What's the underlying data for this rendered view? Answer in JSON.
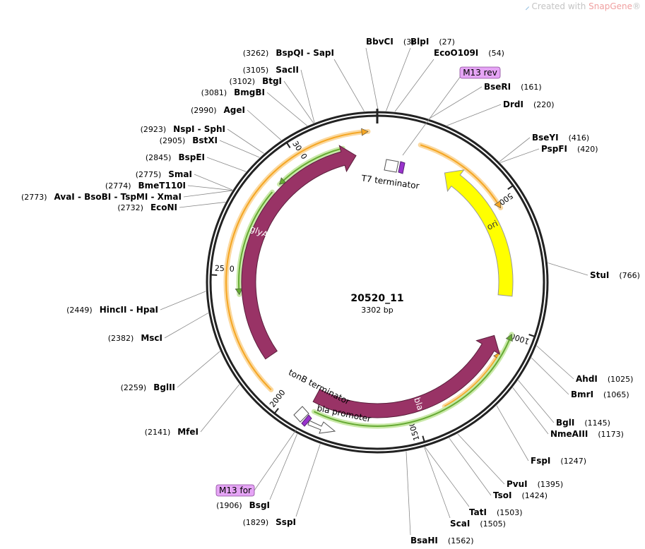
{
  "watermark": {
    "prefix": "Created with ",
    "brand": "SnapGene",
    "suffix": "®"
  },
  "plasmid": {
    "name": "20520_11",
    "length_label": "3302 bp",
    "length": 3302
  },
  "ruler_ticks": [
    {
      "pos": 500,
      "label": "500"
    },
    {
      "pos": 1000,
      "label": "1000"
    },
    {
      "pos": 1500,
      "label": "1500"
    },
    {
      "pos": 2000,
      "label": "2000"
    },
    {
      "pos": 2500,
      "label": "2500"
    },
    {
      "pos": 3000,
      "label": "3000"
    }
  ],
  "restriction_sites": [
    {
      "pos": 3,
      "label_parts": [
        {
          "name": "BbvCI"
        }
      ],
      "pos_text": "(3)"
    },
    {
      "pos": 27,
      "label_parts": [
        {
          "name": "BlpI"
        }
      ],
      "pos_text": "(27)"
    },
    {
      "pos": 54,
      "label_parts": [
        {
          "name": "EcoO109I"
        }
      ],
      "pos_text": "(54)"
    },
    {
      "pos": 161,
      "label_parts": [
        {
          "name": "BseRI"
        }
      ],
      "pos_text": "(161)"
    },
    {
      "pos": 220,
      "label_parts": [
        {
          "name": "DrdI"
        }
      ],
      "pos_text": "(220)"
    },
    {
      "pos": 416,
      "label_parts": [
        {
          "name": "BseYI"
        }
      ],
      "pos_text": "(416)"
    },
    {
      "pos": 420,
      "label_parts": [
        {
          "name": "PspFI"
        }
      ],
      "pos_text": "(420)"
    },
    {
      "pos": 766,
      "label_parts": [
        {
          "name": "StuI"
        }
      ],
      "pos_text": "(766)"
    },
    {
      "pos": 1025,
      "label_parts": [
        {
          "name": "AhdI"
        }
      ],
      "pos_text": "(1025)"
    },
    {
      "pos": 1065,
      "label_parts": [
        {
          "name": "BmrI"
        }
      ],
      "pos_text": "(1065)"
    },
    {
      "pos": 1145,
      "label_parts": [
        {
          "name": "BglI"
        }
      ],
      "pos_text": "(1145)"
    },
    {
      "pos": 1173,
      "label_parts": [
        {
          "name": "NmeAIII"
        }
      ],
      "pos_text": "(1173)"
    },
    {
      "pos": 1247,
      "label_parts": [
        {
          "name": "FspI"
        }
      ],
      "pos_text": "(1247)"
    },
    {
      "pos": 1395,
      "label_parts": [
        {
          "name": "PvuI"
        }
      ],
      "pos_text": "(1395)"
    },
    {
      "pos": 1424,
      "label_parts": [
        {
          "name": "TsoI"
        }
      ],
      "pos_text": "(1424)"
    },
    {
      "pos": 1503,
      "label_parts": [
        {
          "name": "TatI"
        }
      ],
      "pos_text": "(1503)"
    },
    {
      "pos": 1505,
      "label_parts": [
        {
          "name": "ScaI"
        }
      ],
      "pos_text": "(1505)"
    },
    {
      "pos": 1562,
      "label_parts": [
        {
          "name": "BsaHI"
        }
      ],
      "pos_text": "(1562)"
    },
    {
      "pos": 1829,
      "label_parts": [
        {
          "name": "SspI"
        }
      ],
      "pos_text": "(1829)"
    },
    {
      "pos": 1906,
      "label_parts": [
        {
          "name": "BsgI"
        }
      ],
      "pos_text": "(1906)"
    },
    {
      "pos": 2141,
      "label_parts": [
        {
          "name": "MfeI"
        }
      ],
      "pos_text": "(2141)"
    },
    {
      "pos": 2259,
      "label_parts": [
        {
          "name": "BglII"
        }
      ],
      "pos_text": "(2259)"
    },
    {
      "pos": 2382,
      "label_parts": [
        {
          "name": "MscI"
        }
      ],
      "pos_text": "(2382)"
    },
    {
      "pos": 2449,
      "label_parts": [
        {
          "name": "HincII"
        },
        {
          "name": "HpaI"
        }
      ],
      "pos_text": "(2449)"
    },
    {
      "pos": 2732,
      "label_parts": [
        {
          "name": "EcoNI"
        }
      ],
      "pos_text": "(2732)"
    },
    {
      "pos": 2773,
      "label_parts": [
        {
          "name": "AvaI"
        },
        {
          "name": "BsoBI"
        },
        {
          "name": "TspMI"
        },
        {
          "name": "XmaI"
        }
      ],
      "pos_text": "(2773)"
    },
    {
      "pos": 2774,
      "label_parts": [
        {
          "name": "BmeT110I"
        }
      ],
      "pos_text": "(2774)"
    },
    {
      "pos": 2775,
      "label_parts": [
        {
          "name": "SmaI"
        }
      ],
      "pos_text": "(2775)"
    },
    {
      "pos": 2845,
      "label_parts": [
        {
          "name": "BspEI"
        }
      ],
      "pos_text": "(2845)"
    },
    {
      "pos": 2905,
      "label_parts": [
        {
          "name": "BstXI"
        }
      ],
      "pos_text": "(2905)"
    },
    {
      "pos": 2923,
      "label_parts": [
        {
          "name": "NspI"
        },
        {
          "name": "SphI"
        }
      ],
      "pos_text": "(2923)"
    },
    {
      "pos": 2990,
      "label_parts": [
        {
          "name": "AgeI"
        }
      ],
      "pos_text": "(2990)"
    },
    {
      "pos": 3081,
      "label_parts": [
        {
          "name": "BmgBI"
        }
      ],
      "pos_text": "(3081)"
    },
    {
      "pos": 3102,
      "label_parts": [
        {
          "name": "BtgI"
        }
      ],
      "pos_text": "(3102)"
    },
    {
      "pos": 3105,
      "label_parts": [
        {
          "name": "SacII"
        }
      ],
      "pos_text": "(3105)"
    },
    {
      "pos": 3262,
      "label_parts": [
        {
          "name": "BspQI"
        },
        {
          "name": "SapI"
        }
      ],
      "pos_text": "(3262)"
    }
  ],
  "features": [
    {
      "name": "ori",
      "label": "ori",
      "color": "#ffff00",
      "stroke": "#999999",
      "start": 290,
      "end": 880,
      "direction": "reverse",
      "label_color": "#333333"
    },
    {
      "name": "bla",
      "label": "bla",
      "color": "#993366",
      "stroke": "#5a1f3c",
      "start": 1050,
      "end": 1910,
      "direction": "reverse",
      "label_color": "#ffffff"
    },
    {
      "name": "glyA",
      "label": "glyA",
      "color": "#993366",
      "stroke": "#5a1f3c",
      "start": 2160,
      "end": 3215,
      "direction": "forward",
      "label_color": "#ffffff"
    }
  ],
  "small_features": [
    {
      "name": "T7 terminator",
      "label": "T7 terminator"
    },
    {
      "name": "tonB terminator",
      "label": "tonB terminator"
    },
    {
      "name": "bla promoter",
      "label": "bla promoter"
    }
  ],
  "translation_arrows": [
    {
      "color": "#f5a623",
      "glow": "#fbd9a0",
      "start": 160,
      "end": 540,
      "direction": "forward"
    },
    {
      "color": "#f5a623",
      "glow": "#fbd9a0",
      "start": 1100,
      "end": 1390,
      "direction": "reverse"
    },
    {
      "color": "#f5a623",
      "glow": "#fbd9a0",
      "start": 2060,
      "end": 3270,
      "direction": "forward"
    },
    {
      "color": "#66aa33",
      "glow": "#c9e9a8",
      "start": 1020,
      "end": 1890,
      "direction": "reverse"
    },
    {
      "color": "#66aa33",
      "glow": "#c9e9a8",
      "start": 2430,
      "end": 2850,
      "direction": "reverse"
    },
    {
      "color": "#66aa33",
      "glow": "#c9e9a8",
      "start": 2890,
      "end": 3170,
      "direction": "reverse"
    }
  ],
  "primers": [
    {
      "label": "M13 rev",
      "pos": 190,
      "color": "#e5a4f5"
    },
    {
      "label": "M13 for",
      "pos": 1930,
      "color": "#e5a4f5"
    }
  ]
}
